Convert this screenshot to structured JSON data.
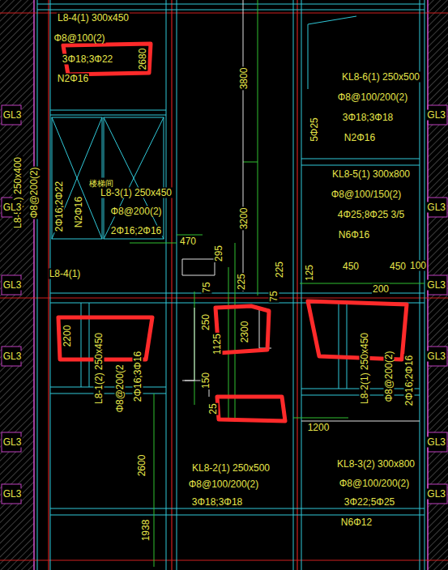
{
  "diagram": {
    "labels": [
      "L8-4(1) 300x450",
      "Φ8@100(2)",
      "3Φ18;3Φ22",
      "N2Φ16",
      "2680",
      "3800",
      "KL8-6(1) 250x500",
      "Φ8@100/200(2)",
      "3Φ18;3Φ18",
      "N2Φ16",
      "5Φ25",
      "L8-5(1) 250x400",
      "Φ8@200(2)",
      "2Φ16;2Φ22",
      "N2Φ16",
      "楼梯间",
      "L8-3(1) 250x450",
      "Φ8@200(2)",
      "2Φ16;2Φ16",
      "KL8-5(1) 300x800",
      "Φ8@100/150(2)",
      "4Φ25;8Φ25 3/5",
      "N6Φ16",
      "3200",
      "470",
      "295",
      "225",
      "225",
      "125",
      "450",
      "450",
      "100",
      "75",
      "75",
      "200",
      "L8-4(1)",
      "2200",
      "L8-1(2) 250x450",
      "Φ8@200(2",
      "2Φ16;3Φ16",
      "250",
      "2300",
      "1125",
      "150",
      "25",
      "L8-2(1) 250x450",
      "Φ8@200(2)",
      "2Φ16;2Φ16",
      "1200",
      "2600",
      "KL8-2(1) 250x500",
      "Φ8@100/200(2)",
      "3Φ18;3Φ18",
      "KL8-3(2) 300x800",
      "Φ8@100/200(2)",
      "3Φ22;5Φ25",
      "N6Φ12",
      "1938",
      "GL3",
      "GL3",
      "GL3",
      "GL3",
      "GL3",
      "GL3",
      "GL3",
      "GL3",
      "GL3",
      "GL3",
      "GL3",
      "GL3"
    ]
  }
}
